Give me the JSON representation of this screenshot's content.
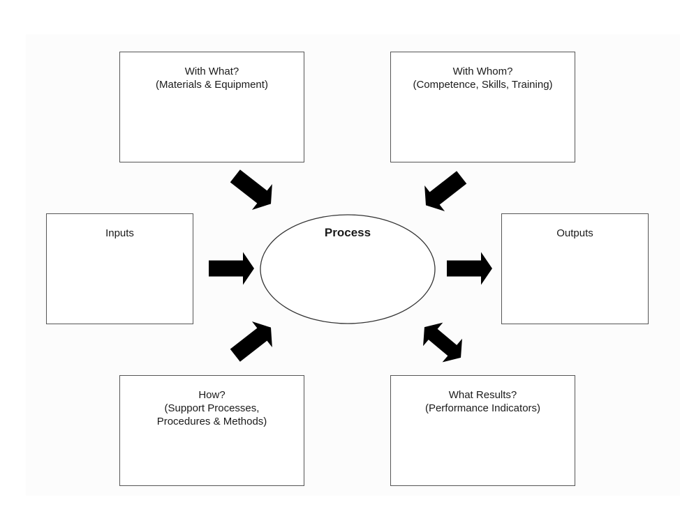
{
  "diagram": {
    "center": {
      "label": "Process"
    },
    "boxes": {
      "with_what": {
        "title": "With What?",
        "subtitle": "(Materials & Equipment)"
      },
      "with_whom": {
        "title": "With Whom?",
        "subtitle": "(Competence, Skills, Training)"
      },
      "inputs": {
        "title": "Inputs",
        "subtitle": ""
      },
      "outputs": {
        "title": "Outputs",
        "subtitle": ""
      },
      "how": {
        "title": "How?",
        "subtitle": "(Support Processes,\nProcedures & Methods)"
      },
      "what_results": {
        "title": "What Results?",
        "subtitle": "(Performance Indicators)"
      }
    },
    "arrows": [
      {
        "from": "With What?",
        "to": "Process",
        "type": "single"
      },
      {
        "from": "With Whom?",
        "to": "Process",
        "type": "single"
      },
      {
        "from": "Inputs",
        "to": "Process",
        "type": "single"
      },
      {
        "from": "Process",
        "to": "Outputs",
        "type": "single"
      },
      {
        "from": "How?",
        "to": "Process",
        "type": "single"
      },
      {
        "from": "Process",
        "to": "What Results?",
        "type": "bidirectional"
      }
    ],
    "colors": {
      "arrow_fill": "#000000",
      "box_border": "#555555",
      "panel_background": "#fcfcfc"
    }
  }
}
